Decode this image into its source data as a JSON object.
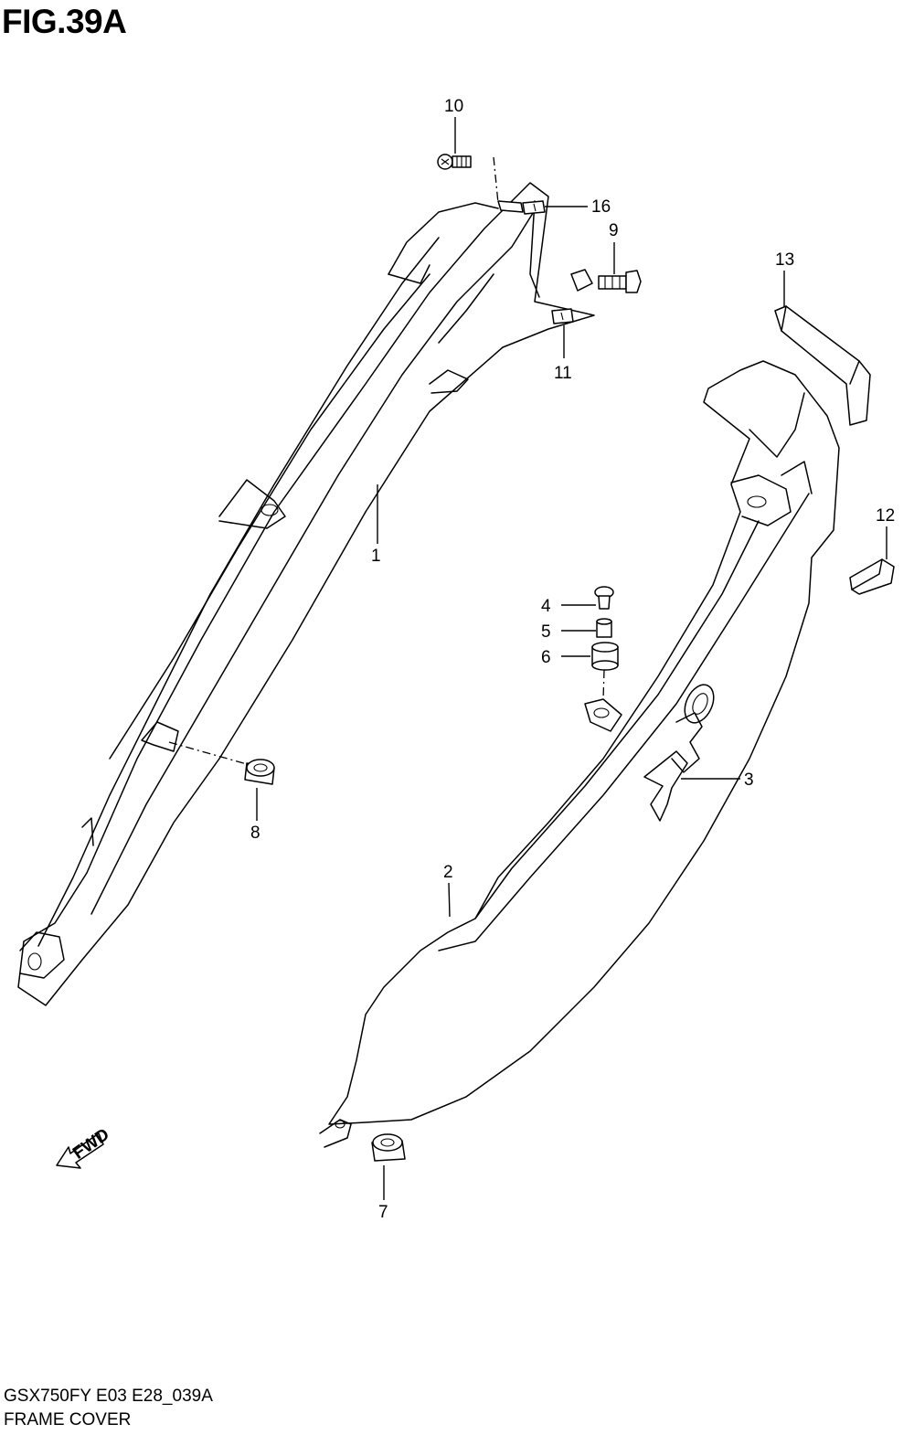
{
  "header": {
    "figure_title": "FIG.39A"
  },
  "footer": {
    "model_code": "GSX750FY E03 E28_039A",
    "section_name": "FRAME COVER"
  },
  "direction_marker": {
    "label": "FWD",
    "icon": "forward-arrow-icon"
  },
  "callouts": [
    {
      "id": "c10",
      "label": "10"
    },
    {
      "id": "c16",
      "label": "16"
    },
    {
      "id": "c9",
      "label": "9"
    },
    {
      "id": "c11",
      "label": "11"
    },
    {
      "id": "c13",
      "label": "13"
    },
    {
      "id": "c12",
      "label": "12"
    },
    {
      "id": "c1",
      "label": "1"
    },
    {
      "id": "c4",
      "label": "4"
    },
    {
      "id": "c5",
      "label": "5"
    },
    {
      "id": "c6",
      "label": "6"
    },
    {
      "id": "c3",
      "label": "3"
    },
    {
      "id": "c8",
      "label": "8"
    },
    {
      "id": "c2",
      "label": "2"
    },
    {
      "id": "c7",
      "label": "7"
    }
  ]
}
